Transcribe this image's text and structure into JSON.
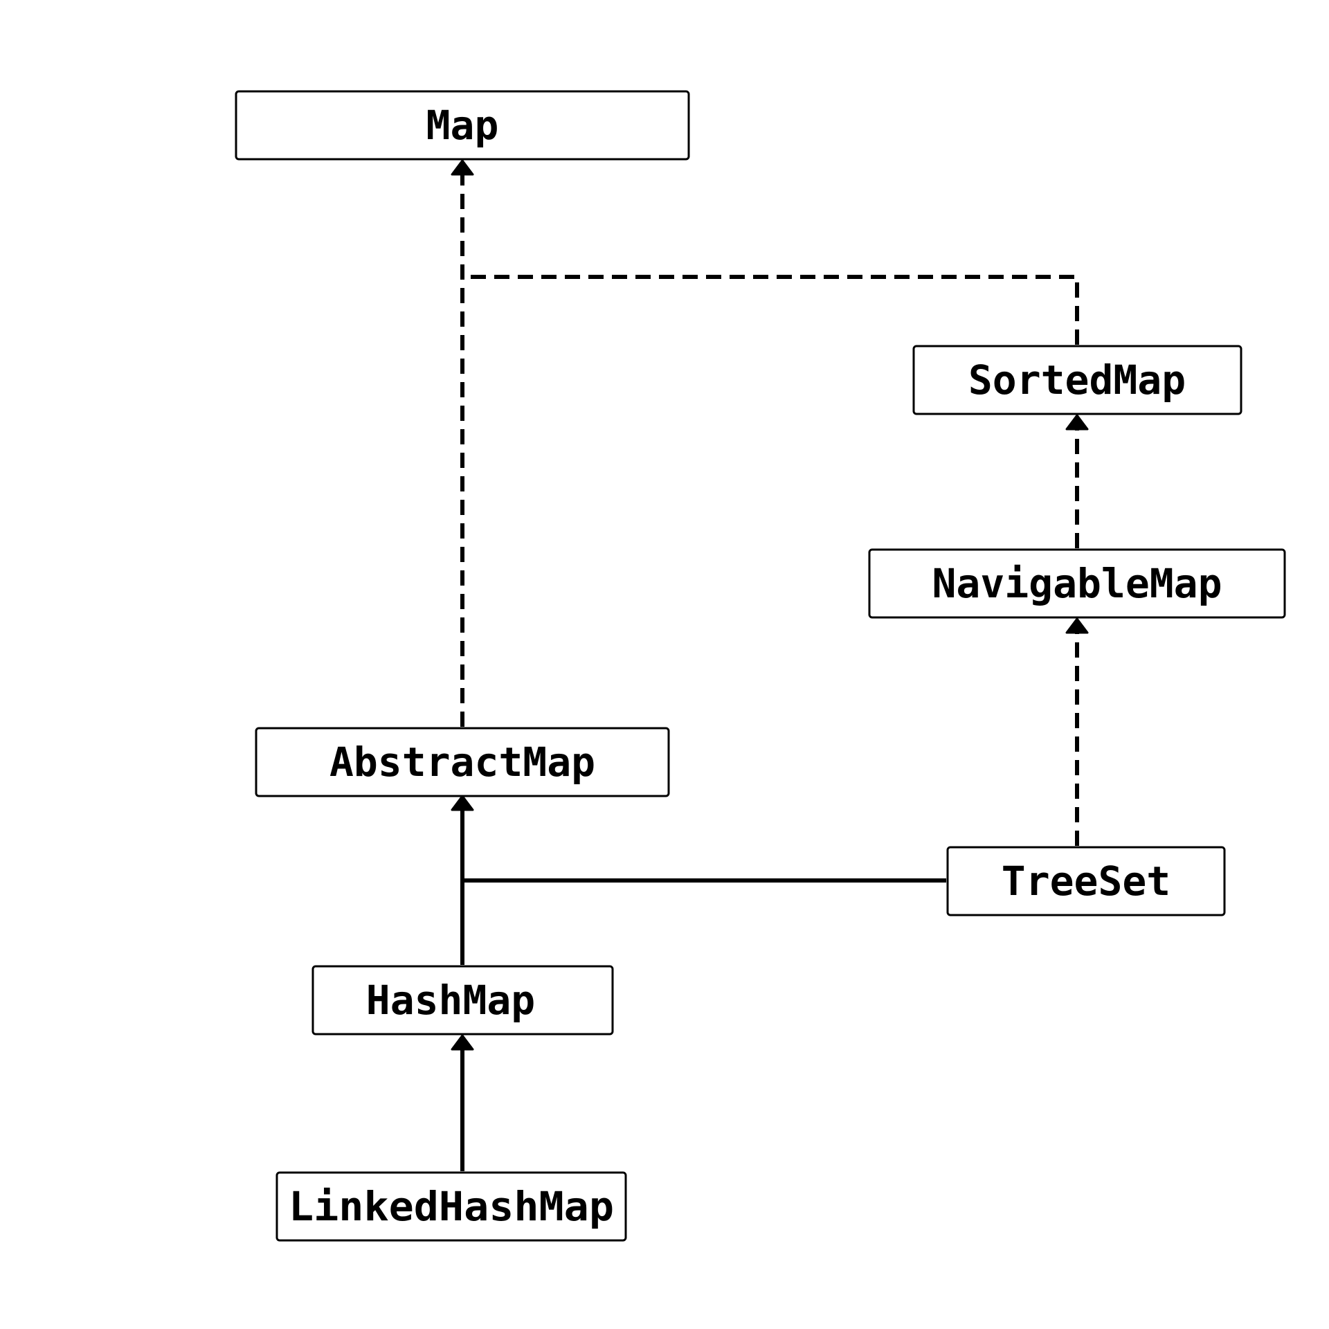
{
  "nodes": {
    "map": "Map",
    "sorted_map": "SortedMap",
    "navigable_map": "NavigableMap",
    "abstract_map": "AbstractMap",
    "tree_set": "TreeSet",
    "hash_map": "HashMap",
    "linked_hash_map": "LinkedHashMap"
  },
  "edges": [
    {
      "from": "AbstractMap",
      "to": "Map",
      "style": "dashed"
    },
    {
      "from": "SortedMap",
      "to": "Map",
      "style": "dashed"
    },
    {
      "from": "NavigableMap",
      "to": "SortedMap",
      "style": "dashed"
    },
    {
      "from": "TreeSet",
      "to": "NavigableMap",
      "style": "dashed"
    },
    {
      "from": "HashMap",
      "to": "AbstractMap",
      "style": "solid"
    },
    {
      "from": "TreeSet",
      "to": "AbstractMap",
      "style": "solid"
    },
    {
      "from": "LinkedHashMap",
      "to": "HashMap",
      "style": "solid"
    }
  ]
}
